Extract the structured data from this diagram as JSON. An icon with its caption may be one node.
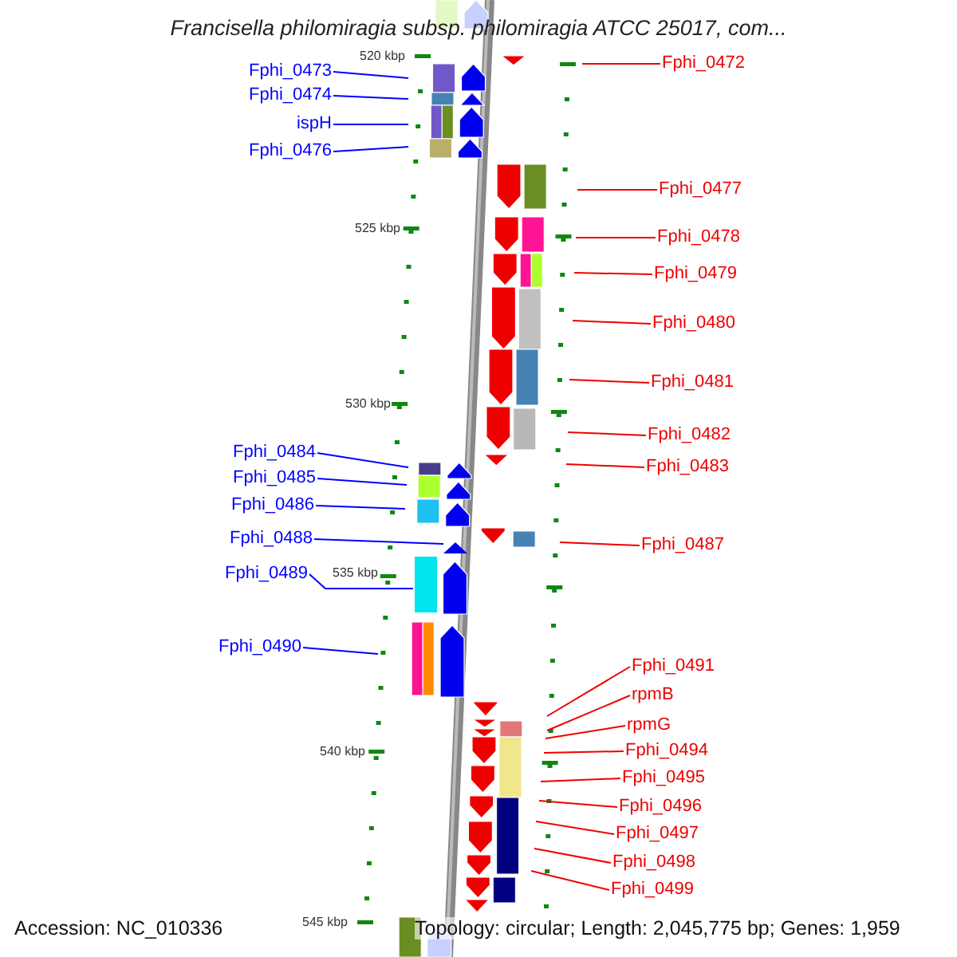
{
  "diagram": {
    "title": "Francisella philomiragia subsp. philomiragia ATCC 25017, com...",
    "nodes": [
      {
        "text": [
          "Fphi_0472"
        ]
      },
      {
        "text": [
          "Fphi_0473"
        ]
      },
      {
        "text": [
          "Fphi_0474"
        ]
      },
      {
        "text": [
          "ispH"
        ]
      },
      {
        "text": [
          "Fphi_0476"
        ]
      },
      {
        "text": [
          "Fphi_0477"
        ]
      },
      {
        "text": [
          "Fphi_0478"
        ]
      },
      {
        "text": [
          "Fphi_0479"
        ]
      },
      {
        "text": [
          "Fphi_0480"
        ]
      },
      {
        "text": [
          "Fphi_0481"
        ]
      },
      {
        "text": [
          "Fphi_0482"
        ]
      },
      {
        "text": [
          "Fphi_0484"
        ]
      },
      {
        "text": [
          "Fphi_0483"
        ]
      },
      {
        "text": [
          "Fphi_0485"
        ]
      },
      {
        "text": [
          "Fphi_0486"
        ]
      },
      {
        "text": [
          "Fphi_0488"
        ]
      },
      {
        "text": [
          "Fphi_0487"
        ]
      },
      {
        "text": [
          "Fphi_0489"
        ]
      },
      {
        "text": [
          "Fphi_0490"
        ]
      },
      {
        "text": [
          "Fphi_0491"
        ]
      },
      {
        "text": [
          "rpmB"
        ]
      },
      {
        "text": [
          "rpmG"
        ]
      },
      {
        "text": [
          "Fphi_0494"
        ]
      },
      {
        "text": [
          "Fphi_0495"
        ]
      },
      {
        "text": [
          "Fphi_0496"
        ]
      },
      {
        "text": [
          "Fphi_0497"
        ]
      },
      {
        "text": [
          "Fphi_0498"
        ]
      },
      {
        "text": [
          "Fphi_0499"
        ]
      },
      {
        "text": [],
        "shape": "triangle"
      },
      {
        "text": [],
        "shape": "box"
      }
    ],
    "edges": [
      {
        "from": 0,
        "to": null,
        "arrow": "none"
      },
      {
        "from": 1,
        "to": null,
        "arrow": "none",
        "color": "#0000ff"
      },
      {
        "from": 2,
        "to": null,
        "arrow": "none",
        "color": "#0000ff"
      },
      {
        "from": 3,
        "to": null,
        "arrow": "none",
        "color": "#0000ff"
      },
      {
        "from": 4,
        "to": null,
        "arrow": "none",
        "color": "#0000ff"
      },
      {
        "from": 5,
        "to": null,
        "arrow": "none"
      },
      {
        "from": 6,
        "to": null,
        "arrow": "none"
      },
      {
        "from": 7,
        "to": null,
        "arrow": "none"
      },
      {
        "from": 8,
        "to": null,
        "arrow": "none"
      },
      {
        "from": 9,
        "to": null,
        "arrow": "none"
      },
      {
        "from": 10,
        "to": null,
        "arrow": "none"
      },
      {
        "from": 11,
        "to": null,
        "arrow": "none",
        "color": "#0000ff"
      },
      {
        "from": 12,
        "to": null,
        "arrow": "none"
      },
      {
        "from": 13,
        "to": null,
        "arrow": "none",
        "color": "#0000ff"
      },
      {
        "from": 14,
        "to": null,
        "arrow": "none",
        "color": "#0000ff"
      },
      {
        "from": 15,
        "to": 28,
        "arrow": "none",
        "color": "#0000ff"
      },
      {
        "from": 16,
        "to": null,
        "arrow": "none"
      },
      {
        "from": 17,
        "to": 29,
        "arrow": "none",
        "color": "#0000ff"
      },
      {
        "from": 18,
        "to": null,
        "arrow": "none",
        "color": "#0000ff"
      },
      {
        "from": 19,
        "to": null,
        "arrow": "none"
      },
      {
        "from": 20,
        "to": null,
        "arrow": "none"
      },
      {
        "from": 21,
        "to": null,
        "arrow": "none"
      },
      {
        "from": 22,
        "to": null,
        "arrow": "none"
      },
      {
        "from": 23,
        "to": null,
        "arrow": "none"
      },
      {
        "from": 24,
        "to": null,
        "arrow": "none"
      },
      {
        "from": 25,
        "to": null,
        "arrow": "none"
      },
      {
        "from": 26,
        "to": null,
        "arrow": "none"
      },
      {
        "from": 27,
        "to": null,
        "arrow": "none"
      }
    ],
    "labels": [
      "520 kbp",
      "525 kbp",
      "530 kbp",
      "535 kbp",
      "540 kbp",
      "545 kbp",
      "Accession: NC_010336",
      "Topology: circular; Length: 2,045,775 bp; Genes: 1,959"
    ]
  }
}
